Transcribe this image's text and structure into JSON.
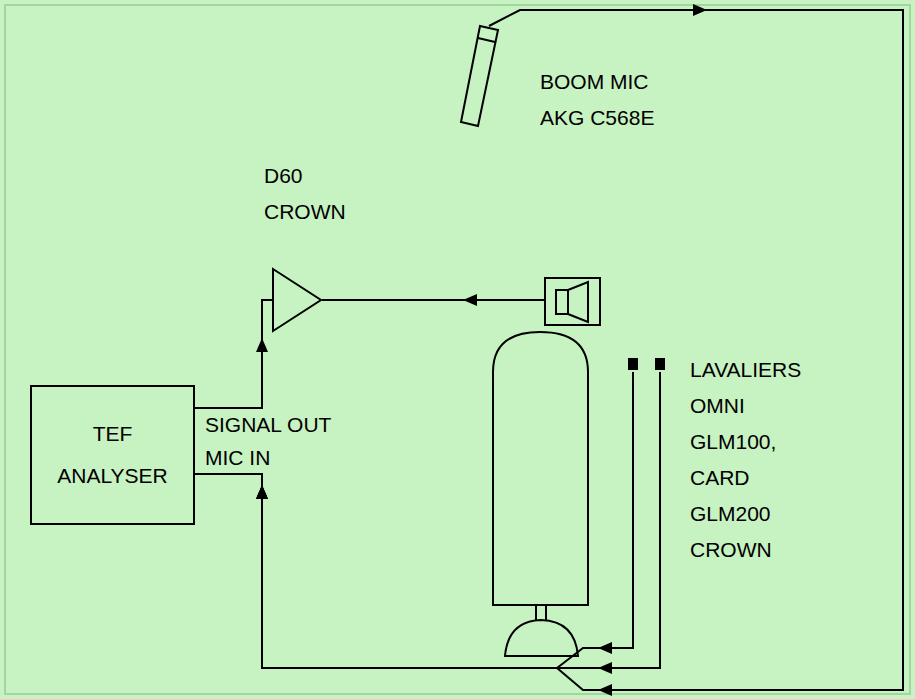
{
  "diagram": {
    "nodes": [
      {
        "text": [
          "TEF ANALYSER"
        ]
      },
      {
        "text": [
          "D60 CROWN"
        ]
      },
      {
        "text": [
          "BOOM MIC AKG C568E"
        ]
      },
      {
        "text": [
          "LAVALIERS OMNI GLM100, CARD GLM200 CROWN"
        ]
      }
    ],
    "edges": [
      {
        "from": 0,
        "to": 1,
        "arrow": "to"
      },
      {
        "from": 3,
        "to": 0,
        "arrow": "to"
      },
      {
        "from": 3,
        "to": 0,
        "arrow": "to"
      },
      {
        "from": 2,
        "to": 0,
        "arrow": "to"
      }
    ],
    "labels": [
      "SIGNAL OUT",
      "MIC IN"
    ]
  }
}
